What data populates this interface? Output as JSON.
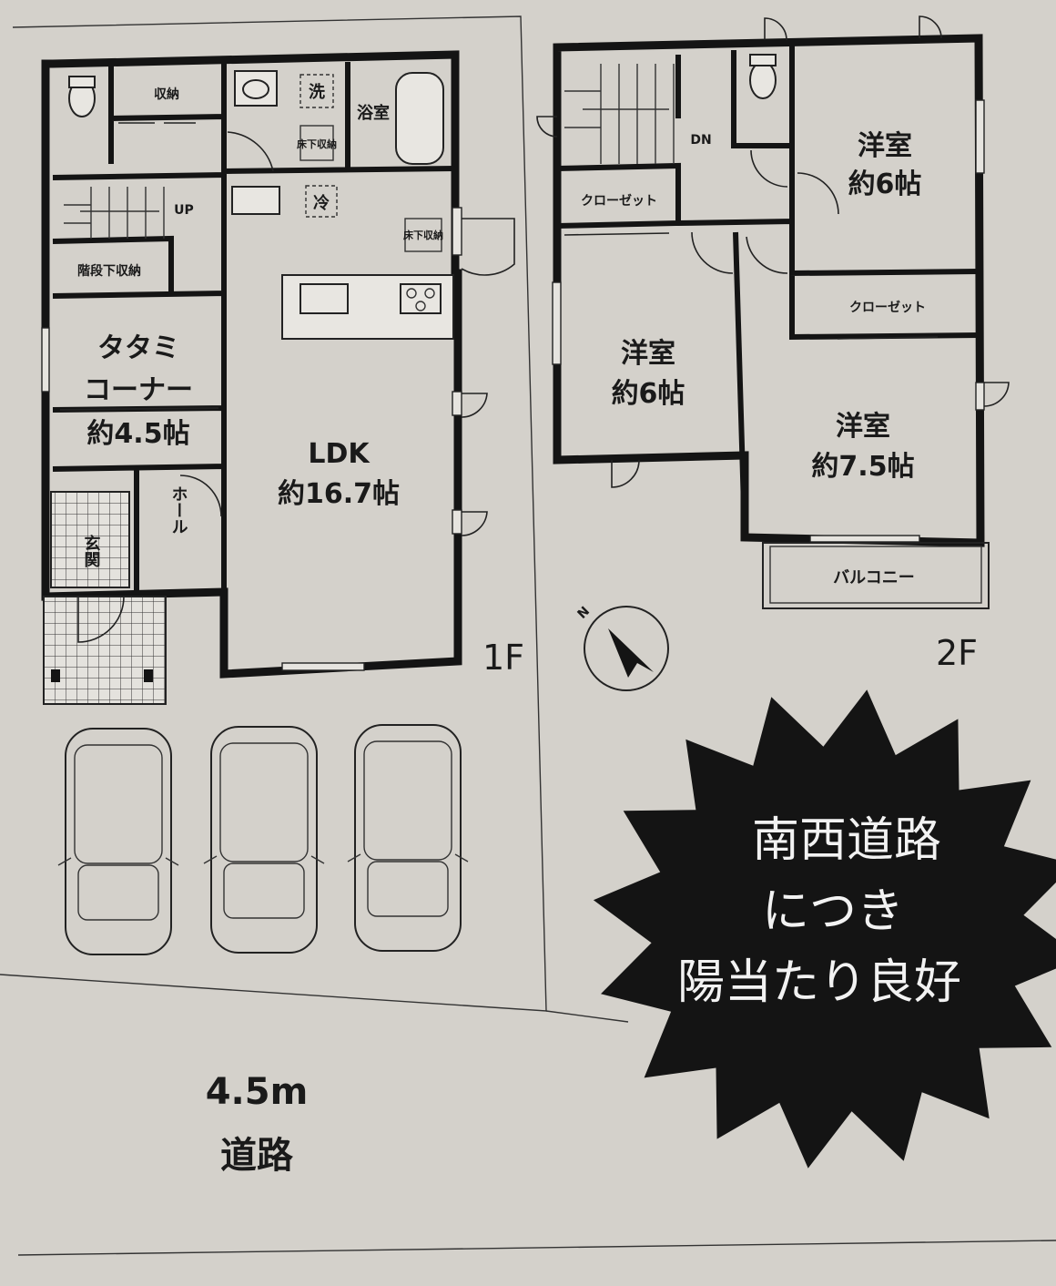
{
  "floor1": {
    "label": "1F",
    "rooms": {
      "storage": "収納",
      "washroom": "洗",
      "underfloor_storage_1": "床下収納",
      "bath": "浴室",
      "fridge": "冷",
      "underfloor_storage_2": "床下収納",
      "stairs_up": "UP",
      "understairs_storage": "階段下収納",
      "tatami_line1": "タタミ",
      "tatami_line2": "コーナー",
      "tatami_size": "約4.5帖",
      "ldk_name": "LDK",
      "ldk_size": "約16.7帖",
      "entrance": "玄関",
      "hall": "ホール"
    }
  },
  "floor2": {
    "label": "2F",
    "rooms": {
      "stairs_down": "DN",
      "closet_1": "クローゼット",
      "closet_2": "クローゼット",
      "room_ne_name": "洋室",
      "room_ne_size": "約6帖",
      "room_w_name": "洋室",
      "room_w_size": "約6帖",
      "room_se_name": "洋室",
      "room_se_size": "約7.5帖",
      "balcony": "バルコニー"
    }
  },
  "compass": {
    "north_label": "N"
  },
  "road": {
    "width": "4.5m",
    "name": "道路"
  },
  "badge": {
    "line1": "南西道路",
    "line2": "につき",
    "line3": "陽当たり良好",
    "color": "#141414"
  }
}
